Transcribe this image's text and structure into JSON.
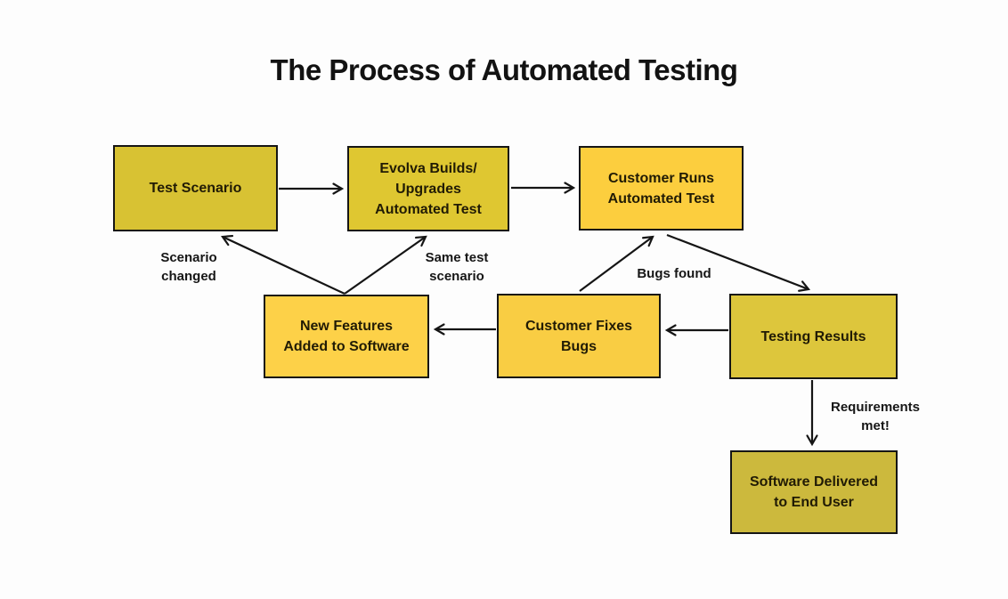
{
  "title": "The Process of Automated Testing",
  "colors": {
    "background": "#fdfdfd",
    "title_text": "#121212",
    "box_border": "#151515",
    "arrow": "#151515",
    "box_text": "#211b05",
    "box_fill_bright": "#fcd046",
    "box_fill_dark": "#d6c236"
  },
  "diagram": {
    "nodes": [
      {
        "id": "test-scenario",
        "label": "Test Scenario",
        "fill": "#d8c233"
      },
      {
        "id": "evolva-builds",
        "label": "Evolva Builds/\nUpgrades\nAutomated Test",
        "fill": "#dfc731"
      },
      {
        "id": "customer-runs",
        "label": "Customer Runs\nAutomated Test",
        "fill": "#fcce3e"
      },
      {
        "id": "new-features",
        "label": "New Features\nAdded to Software",
        "fill": "#fdd148"
      },
      {
        "id": "customer-fixes",
        "label": "Customer Fixes\nBugs",
        "fill": "#f9cd43"
      },
      {
        "id": "testing-results",
        "label": "Testing Results",
        "fill": "#ddc63c"
      },
      {
        "id": "software-delivered",
        "label": "Software Delivered\nto End User",
        "fill": "#ccb93d"
      }
    ],
    "edges": [
      {
        "from": "test-scenario",
        "to": "evolva-builds",
        "label": ""
      },
      {
        "from": "evolva-builds",
        "to": "customer-runs",
        "label": ""
      },
      {
        "from": "customer-runs",
        "to": "testing-results",
        "label": ""
      },
      {
        "from": "customer-fixes",
        "to": "customer-runs",
        "label": "Bugs found"
      },
      {
        "from": "testing-results",
        "to": "customer-fixes",
        "label": ""
      },
      {
        "from": "customer-fixes",
        "to": "new-features",
        "label": ""
      },
      {
        "from": "new-features",
        "to": "test-scenario",
        "label": "Scenario\nchanged"
      },
      {
        "from": "new-features",
        "to": "evolva-builds",
        "label": "Same test\nscenario"
      },
      {
        "from": "testing-results",
        "to": "software-delivered",
        "label": "Requirements\nmet!"
      }
    ]
  }
}
